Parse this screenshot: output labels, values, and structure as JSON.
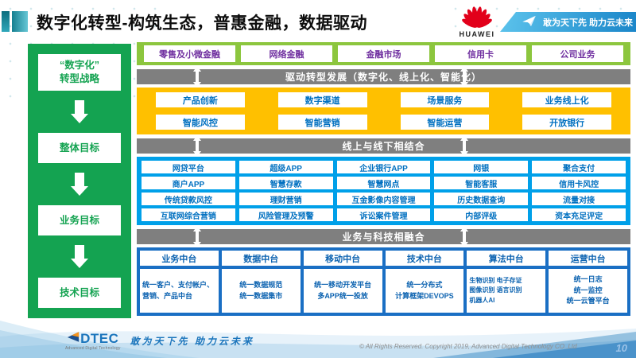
{
  "colors": {
    "sidebar_green": "#14A351",
    "business_row_green": "#8CC63E",
    "capability_yellow": "#FFC000",
    "application_cyan": "#00A0E9",
    "platform_royal_blue": "#1A6FC4",
    "banner_gray": "#7F7F7F",
    "business_text_purple": "#7030A0",
    "box_text_blue": "#0070C0",
    "huawei_red": "#E2001A",
    "slogan_banner_blue": "#1B86C9",
    "footer_blue": "#1B75BC"
  },
  "header": {
    "title": "数字化转型-构筑生态，普惠金融，数据驱动",
    "huawei_wordmark": "HUAWEI",
    "slogan": "敢为天下先 助力云未来"
  },
  "sidebar": {
    "items": [
      "“数字化”\n转型战略",
      "整体目标",
      "业务目标",
      "技术目标"
    ]
  },
  "main": {
    "business_row": [
      "零售及小微金融",
      "网络金融",
      "金融市场",
      "信用卡",
      "公司业务"
    ],
    "banners": [
      "驱动转型发展（数字化、线上化、智能化）",
      "线上与线下相结合",
      "业务与科技相融合"
    ],
    "capability_rows": [
      [
        "产品创新",
        "数字渠道",
        "场景服务",
        "业务线上化"
      ],
      [
        "智能风控",
        "智能营销",
        "智能运营",
        "开放银行"
      ]
    ],
    "application_rows": [
      [
        "网贷平台",
        "超级APP",
        "企业银行APP",
        "网银",
        "聚合支付"
      ],
      [
        "商户APP",
        "智慧存款",
        "智慧网点",
        "智能客服",
        "信用卡风控"
      ],
      [
        "传统贷款风控",
        "理财营销",
        "互金影像内容管理",
        "历史数据查询",
        "流量对接"
      ],
      [
        "互联网综合营销",
        "风险管理及预警",
        "诉讼案件管理",
        "内部评级",
        "资本充足评定"
      ]
    ],
    "platforms": [
      {
        "title": "业务中台",
        "items": "统一客户、支付帐户、营销、产品中台"
      },
      {
        "title": "数据中台",
        "items": "统一数据规范\n统一数据集市"
      },
      {
        "title": "移动中台",
        "items": "统一移动开发平台\n多APP统一投放"
      },
      {
        "title": "技术中台",
        "items": "统一分布式\n计算框架DEVOPS"
      },
      {
        "title": "算法中台",
        "items": "生物识别 电子存证\n图像识别 语言识别\n机器人AI"
      },
      {
        "title": "运营中台",
        "items": "统一日志\n统一监控\n统一云管平台"
      }
    ]
  },
  "footer": {
    "dtec_wordmark": "DTEC",
    "dtec_subtitle": "Advanced Digital Technology",
    "slogan": "敢为天下先  助力云未来",
    "copyright": "© All Rights Reserved. Copyright 2019, Advanced Digital Technology CO.,Ltd",
    "page_number": "10"
  }
}
